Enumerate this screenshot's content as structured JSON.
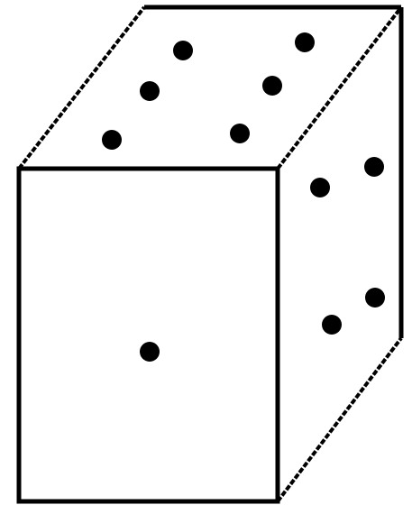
{
  "figure": {
    "subject": "die-cuboid",
    "colors": {
      "background": "#ffffff",
      "line": "#000000",
      "pip": "#000000"
    },
    "faces": [
      {
        "name": "front-face",
        "pips": 1
      },
      {
        "name": "top-face",
        "pips": 6
      },
      {
        "name": "right-face",
        "pips": 4
      }
    ]
  }
}
